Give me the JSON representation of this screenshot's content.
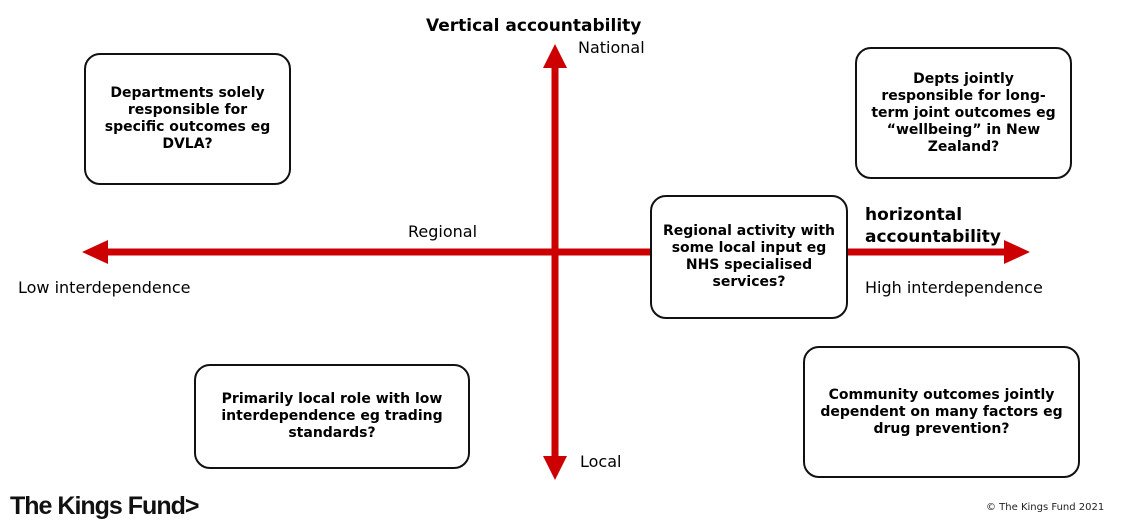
{
  "diagram": {
    "vertical_axis": {
      "title": "Vertical accountability",
      "top_label": "National",
      "bottom_label": "Local"
    },
    "horizontal_axis": {
      "title_line1": "horizontal",
      "title_line2": "accountability",
      "left_label": "Low interdependence",
      "right_label": "High interdependence",
      "center_label": "Regional"
    },
    "axis_color": "#cc0000",
    "boxes": {
      "top_left": "Departments solely responsible for specific outcomes eg DVLA?",
      "top_right": "Depts jointly responsible for long-term joint outcomes eg “wellbeing” in New Zealand?",
      "center_right": "Regional activity with some local input eg NHS specialised services?",
      "bottom_left": "Primarily local role with low interdependence eg trading standards?",
      "bottom_right": "Community outcomes jointly dependent on many factors eg drug prevention?"
    }
  },
  "footer": {
    "logo": "The Kings Fund>",
    "copyright": "© The Kings Fund 2021"
  }
}
